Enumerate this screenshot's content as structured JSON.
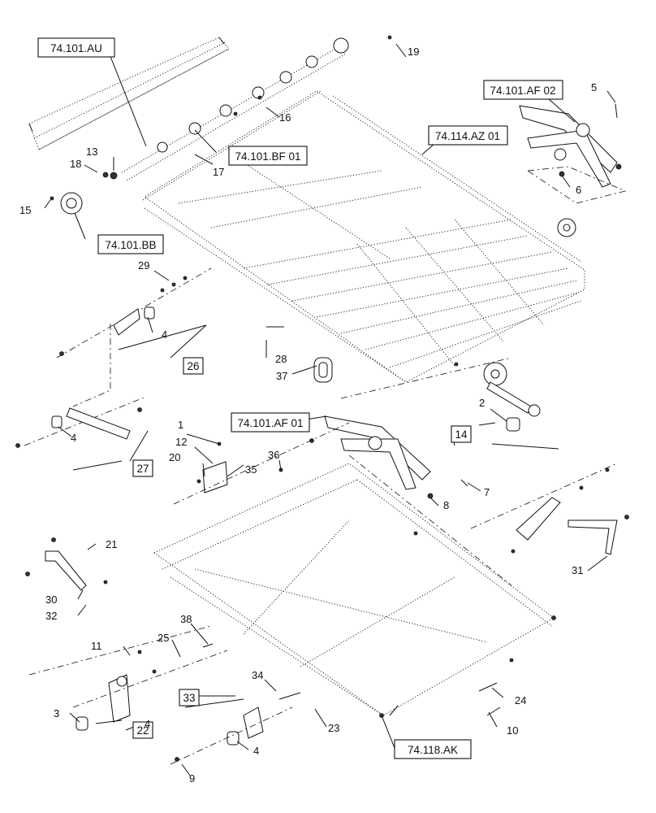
{
  "diagram": {
    "reference_boxes": [
      {
        "id": "au",
        "text": "74.101.AU"
      },
      {
        "id": "af02",
        "text": "74.101.AF 02"
      },
      {
        "id": "az01",
        "text": "74.114.AZ 01"
      },
      {
        "id": "bf01",
        "text": "74.101.BF 01"
      },
      {
        "id": "bb",
        "text": "74.101.BB"
      },
      {
        "id": "af01",
        "text": "74.101.AF 01"
      },
      {
        "id": "ak",
        "text": "74.118.AK"
      },
      {
        "id": "b26",
        "text": "26"
      },
      {
        "id": "b14",
        "text": "14"
      },
      {
        "id": "b27",
        "text": "27"
      },
      {
        "id": "b22",
        "text": "22"
      },
      {
        "id": "b33",
        "text": "33"
      }
    ],
    "callouts": [
      "1",
      "2",
      "3",
      "4",
      "4",
      "4",
      "4",
      "5",
      "6",
      "7",
      "8",
      "9",
      "10",
      "11",
      "12",
      "13",
      "15",
      "16",
      "17",
      "18",
      "19",
      "20",
      "21",
      "23",
      "24",
      "25",
      "28",
      "29",
      "30",
      "31",
      "32",
      "34",
      "35",
      "36",
      "37",
      "38"
    ]
  }
}
